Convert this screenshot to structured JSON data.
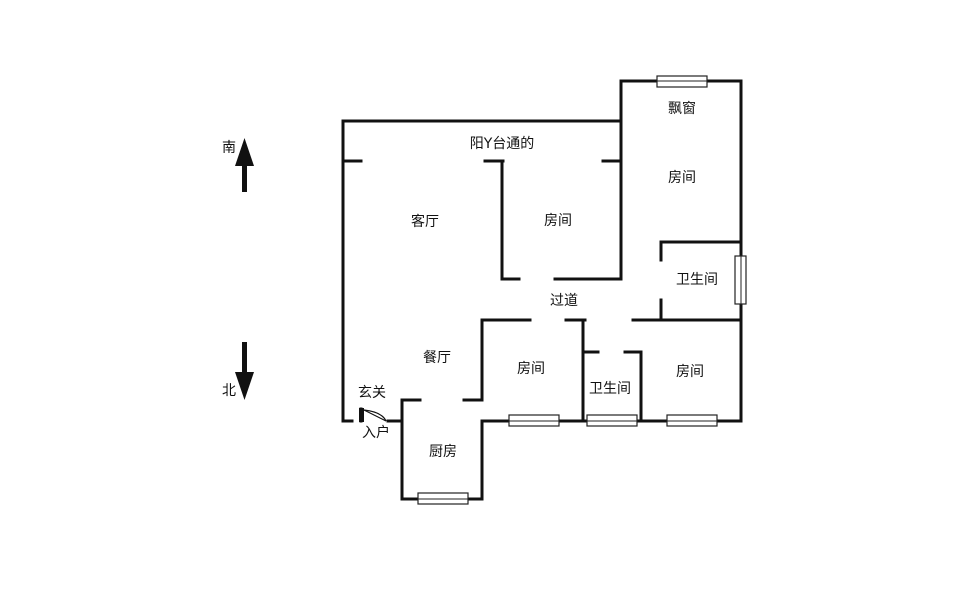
{
  "labels": {
    "balcony": "阳Y台通的",
    "bay_window": "飘窗",
    "room_top_right": "房间",
    "room_center": "房间",
    "living_room": "客厅",
    "bathroom_right": "卫生间",
    "corridor": "过道",
    "dining_room": "餐厅",
    "room_bottom_left": "房间",
    "bathroom_center": "卫生间",
    "room_bottom_right": "房间",
    "foyer": "玄关",
    "entrance": "入户",
    "kitchen": "厨房"
  },
  "compass": {
    "south": "南",
    "north": "北"
  }
}
